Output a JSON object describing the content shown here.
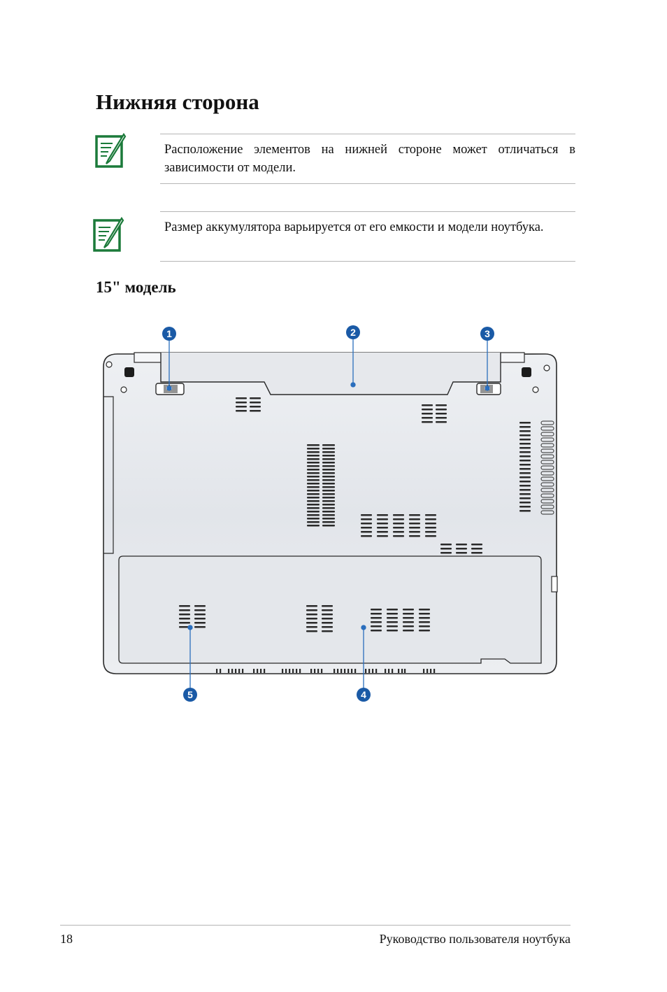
{
  "page": {
    "heading": "Нижняя сторона",
    "subheading": "15\" модель",
    "notes": [
      {
        "icon": "note-pencil-icon",
        "text": "Расположение элементов на нижней стороне может отличаться в зависимости от модели."
      },
      {
        "icon": "note-pencil-icon",
        "text": "Размер аккумулятора варьируется от его емкости и модели ноутбука."
      }
    ],
    "callouts": [
      "1",
      "2",
      "3",
      "4",
      "5"
    ],
    "colors": {
      "icon_green": "#1b7a3a",
      "callout_blue": "#1a5aa6",
      "leader_blue": "#2a6ebd"
    }
  },
  "footer": {
    "page_number": "18",
    "title": "Руководство пользователя ноутбука"
  }
}
